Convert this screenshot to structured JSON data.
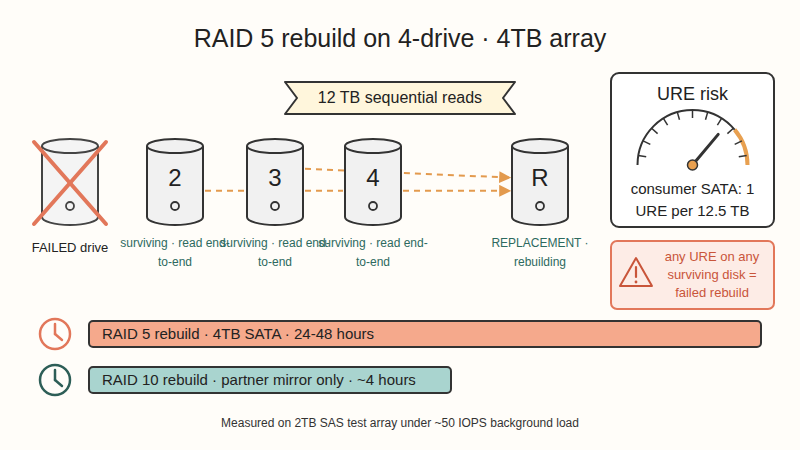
{
  "diagram": {
    "title": "RAID 5 rebuild on 4-drive · 4TB array",
    "caption": "Measured on 2TB SAS test array under ~50 IOPS background load",
    "nodes": [
      {
        "text": [
          "12 TB sequential reads"
        ]
      },
      {
        "text": [
          "FAILED drive"
        ]
      },
      {
        "text": [
          "2",
          "surviving · read end-to-end"
        ]
      },
      {
        "text": [
          "3",
          "surviving · read end-to-end"
        ]
      },
      {
        "text": [
          "4",
          "surviving · read end-to-end"
        ]
      },
      {
        "text": [
          "R",
          "REPLACEMENT · rebuilding"
        ]
      },
      {
        "text": [
          "URE risk",
          "consumer SATA: 1 URE per 12.5 TB"
        ]
      },
      {
        "text": [
          "any URE on any surviving disk = failed rebuild"
        ]
      },
      {
        "text": [
          "RAID 5 rebuild · 4TB SATA · 24-48 hours"
        ]
      },
      {
        "text": [
          "RAID 10 rebuild · partner mirror only · ~4 hours"
        ]
      }
    ],
    "edges": [
      {
        "from": 2,
        "to": 3,
        "arrow": "none"
      },
      {
        "from": 3,
        "to": 4,
        "arrow": "none"
      },
      {
        "from": 4,
        "to": 5,
        "arrow": "to"
      },
      {
        "from": 3,
        "to": 5,
        "arrow": "to"
      }
    ]
  }
}
